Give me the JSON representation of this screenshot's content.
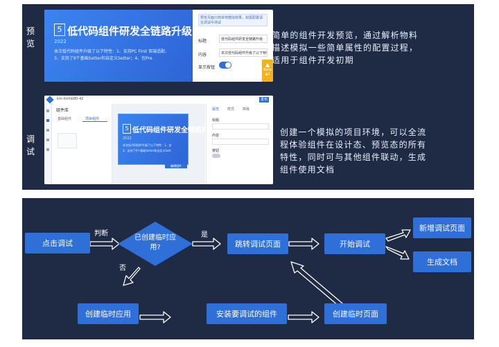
{
  "preview": {
    "side_label": "预览",
    "desc": [
      "简单的组件开发预览，通过解析物料",
      "描述模拟一些简单属性的配置过程，",
      "适用于组件开发初期"
    ],
    "banner_num": "5",
    "banner_year": "2022",
    "banner_title": "低代码组件研发全链路升级",
    "banner_line1": "本次低代码组件升级了以下特性：1、支持PC First 双端适配、",
    "banner_line2": "3、支持了9个基础Setter和自定义Setter；4、包Pre",
    "notice": "预览页面只简单地模拟效果，如需配置请在调试中测试",
    "field1_label": "标题",
    "field1_value": "低代码组件研发全链路升级",
    "field2_label": "内容",
    "field2_value": "本次低代码组件升级了以下特性：1",
    "toggle_label": "显示按钮",
    "toggle_on": true,
    "side_badge": "Beta",
    "side_count": "▲1"
  },
  "debug": {
    "side_label": "调试",
    "desc": [
      "创建一个模拟的项目环境，可以全流",
      "程体验组件在设计态、预览态的所有",
      "特性，同时可与其他组件联动，生成",
      "组件使用文档"
    ],
    "app_name": "km-Xmhb80-42",
    "lib_title": "组件库",
    "lib_tabs": [
      "基础组件",
      "项目组件"
    ],
    "banner_num": "5",
    "banner_year": "2022",
    "banner_title": "低代码组件研发全链路升",
    "banner_line1": "本次低代码组件升级了以下特性：1、支",
    "banner_line2": "3、支持了9个基础Setter和自定义Sett",
    "right_tabs": [
      "属性",
      "样式",
      "高级"
    ],
    "fields": [
      "标题",
      "内容",
      "按钮"
    ],
    "publish": "发布",
    "edit_btn": "编辑组件"
  },
  "flow": {
    "start": "点击调试",
    "judge_label": "判断",
    "decision": "已创建临时应用?",
    "yes": "是",
    "no": "否",
    "jump": "跳转调试页面",
    "begin": "开始调试",
    "add_page": "新增调试页面",
    "gen_doc": "生成文档",
    "create_app": "创建临时应用",
    "install": "安装要调试的组件",
    "create_page": "创建临时页面"
  }
}
